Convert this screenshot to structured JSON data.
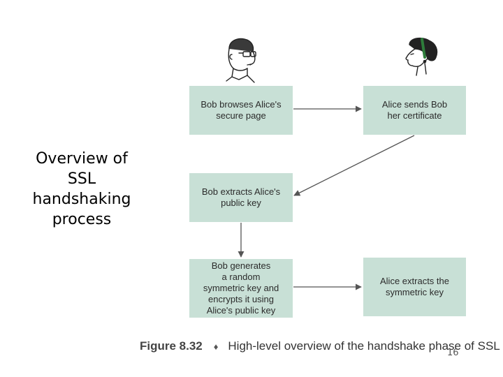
{
  "slide": {
    "title_lines": [
      "Overview of",
      "SSL",
      "handshaking",
      "process"
    ],
    "page_number": "16"
  },
  "diagram": {
    "boxes": [
      {
        "lines": [
          "Bob browses Alice's",
          "secure page"
        ]
      },
      {
        "lines": [
          "Alice sends Bob",
          "her certificate"
        ]
      },
      {
        "lines": [
          "Bob extracts Alice's",
          "public key"
        ]
      },
      {
        "lines": [
          "Bob generates",
          "a random",
          "symmetric key and",
          "encrypts it using",
          "Alice's public key"
        ]
      },
      {
        "lines": [
          "Alice extracts  the",
          "symmetric key"
        ]
      }
    ],
    "box_color": "#c8e0d6",
    "arrow_color": "#555555"
  },
  "caption": {
    "label": "Figure 8.32",
    "text": "High-level overview of the handshake phase of SSL"
  },
  "figures": {
    "left": "bob-figure",
    "right": "alice-figure"
  }
}
